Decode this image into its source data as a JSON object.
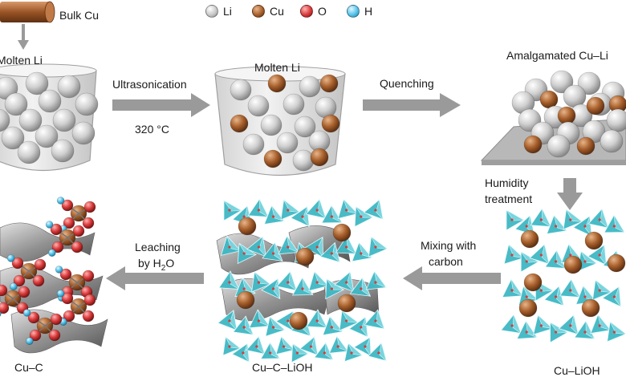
{
  "legend": [
    {
      "element": "Li",
      "color": "#c9c9c9"
    },
    {
      "element": "Cu",
      "color": "#a8602c"
    },
    {
      "element": "O",
      "color": "#d93a3a"
    },
    {
      "element": "H",
      "color": "#56c3ea"
    }
  ],
  "labels": {
    "bulk_cu": "Bulk Cu",
    "molten_li_left": "Molten Li",
    "molten_li_mid": "Molten Li",
    "amalgamated": "Amalgamated Cu–Li",
    "ultrasonication": "Ultrasonication",
    "temperature": "320 °C",
    "quenching": "Quenching",
    "humidity_line1": "Humidity",
    "humidity_line2": "treatment",
    "mixing_line1": "Mixing with",
    "mixing_line2": "carbon",
    "leaching_line1": "Leaching",
    "leaching_line2_prefix": "by H",
    "leaching_subscript": "2",
    "leaching_line2_suffix": "O",
    "cu_c": "Cu–C",
    "cu_c_lioh": "Cu–C–LiOH",
    "cu_lioh": "Cu–LiOH"
  },
  "colors": {
    "arrow": "#9a9a9a",
    "crucible": "#e6e6e6",
    "li_sphere": "#c9c9c9",
    "cu_sphere": "#a8602c",
    "o_sphere": "#d93a3a",
    "h_sphere": "#56c3ea",
    "polyhedra": "#3fb8c4",
    "carbon_sheet": "#6e6e6e"
  }
}
